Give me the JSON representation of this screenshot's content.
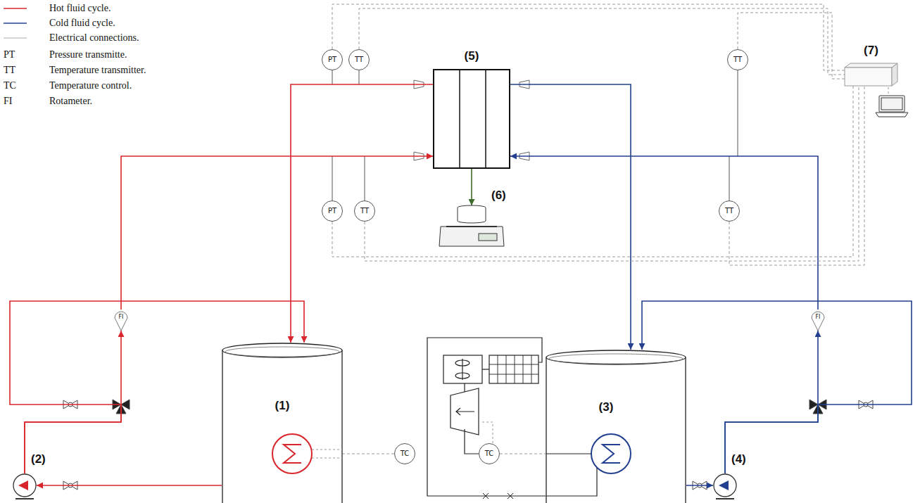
{
  "diagram": {
    "nodes": [
      {
        "text": [
          "PT"
        ]
      },
      {
        "text": [
          "TT"
        ]
      },
      {
        "text": [
          "(5)"
        ]
      },
      {
        "text": [
          "TT"
        ]
      },
      {
        "text": [
          "(7)"
        ]
      },
      {
        "text": [
          "PT"
        ]
      },
      {
        "text": [
          "TT"
        ]
      },
      {
        "text": [
          "(6)"
        ]
      },
      {
        "text": [
          "TT"
        ]
      },
      {
        "text": [
          "FI"
        ]
      },
      {
        "text": [
          "FI"
        ]
      },
      {
        "text": [
          "(1)"
        ]
      },
      {
        "text": [
          "TC"
        ]
      },
      {
        "text": [
          "TC"
        ]
      },
      {
        "text": [
          "(3)"
        ]
      },
      {
        "text": [
          "(2)"
        ]
      },
      {
        "text": [
          "(4)"
        ]
      }
    ],
    "edges": [
      {
        "from": 15,
        "to": 9,
        "arrow": "to"
      },
      {
        "from": 9,
        "to": 2,
        "arrow": "to"
      },
      {
        "from": 15,
        "to": 11,
        "arrow": "to"
      },
      {
        "from": 2,
        "to": 11,
        "arrow": "to"
      },
      {
        "from": 11,
        "to": 15,
        "arrow": "to"
      },
      {
        "from": 16,
        "to": 10,
        "arrow": "to"
      },
      {
        "from": 10,
        "to": 2,
        "arrow": "to"
      },
      {
        "from": 16,
        "to": 14,
        "arrow": "to"
      },
      {
        "from": 2,
        "to": 14,
        "arrow": "to"
      },
      {
        "from": 14,
        "to": 16,
        "arrow": "to"
      },
      {
        "from": 2,
        "to": 7,
        "arrow": "to"
      },
      {
        "from": 12,
        "to": 11,
        "arrow": "none"
      },
      {
        "from": 13,
        "to": 14,
        "arrow": "none"
      },
      {
        "from": 0,
        "to": 4,
        "arrow": "none"
      },
      {
        "from": 1,
        "to": 4,
        "arrow": "none"
      },
      {
        "from": 3,
        "to": 4,
        "arrow": "none"
      },
      {
        "from": 5,
        "to": 4,
        "arrow": "none"
      },
      {
        "from": 6,
        "to": 4,
        "arrow": "none"
      },
      {
        "from": 8,
        "to": 4,
        "arrow": "none"
      }
    ],
    "labels": [
      "PT",
      "TT",
      "TC",
      "FI"
    ],
    "legend": [
      {
        "text": "Hot fluid cycle."
      },
      {
        "text": "Cold fluid cycle."
      },
      {
        "text": "Electrical connections."
      },
      {
        "text": "Pressure transmitte."
      },
      {
        "text": "Temperature transmitter."
      },
      {
        "text": "Temperature control."
      },
      {
        "text": "Rotameter."
      }
    ]
  }
}
